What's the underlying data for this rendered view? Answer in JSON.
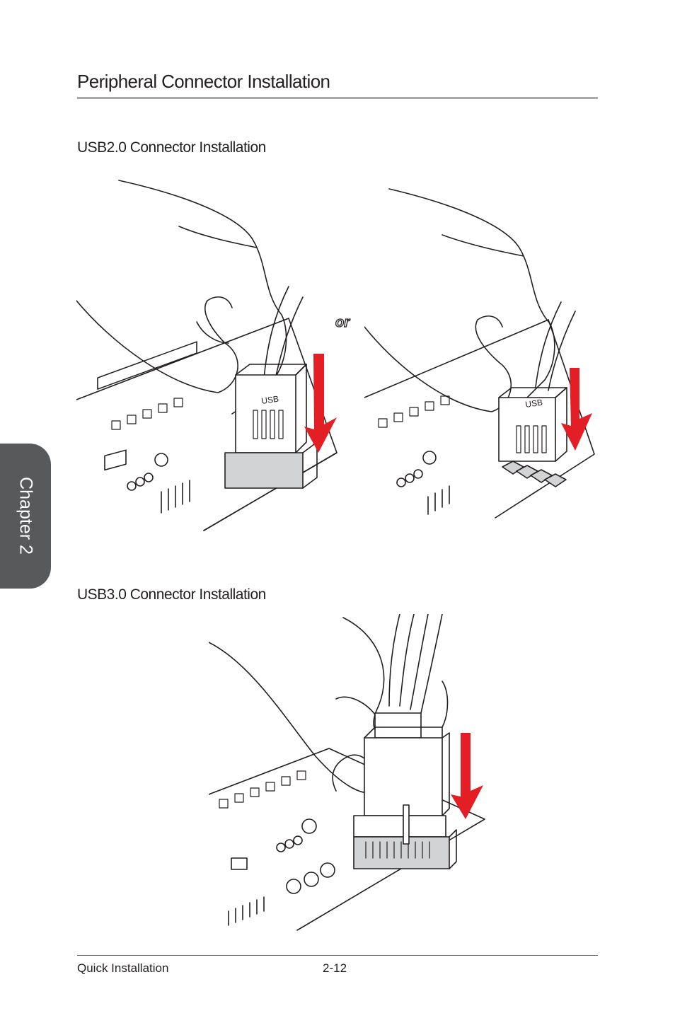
{
  "page": {
    "title": "Peripheral Connector Installation",
    "chapter_tab": "Chapter 2"
  },
  "sections": {
    "usb2": {
      "heading": "USB2.0 Connector Installation",
      "connector_label": "USB",
      "separator": "or"
    },
    "usb3": {
      "heading": "USB3.0 Connector Installation"
    }
  },
  "footer": {
    "section_name": "Quick Installation",
    "page_number": "2-12"
  },
  "colors": {
    "arrow": "#e31e24",
    "rule": "#a7a9ac",
    "tab": "#58595b",
    "header_fill": "#d1d3d4"
  }
}
